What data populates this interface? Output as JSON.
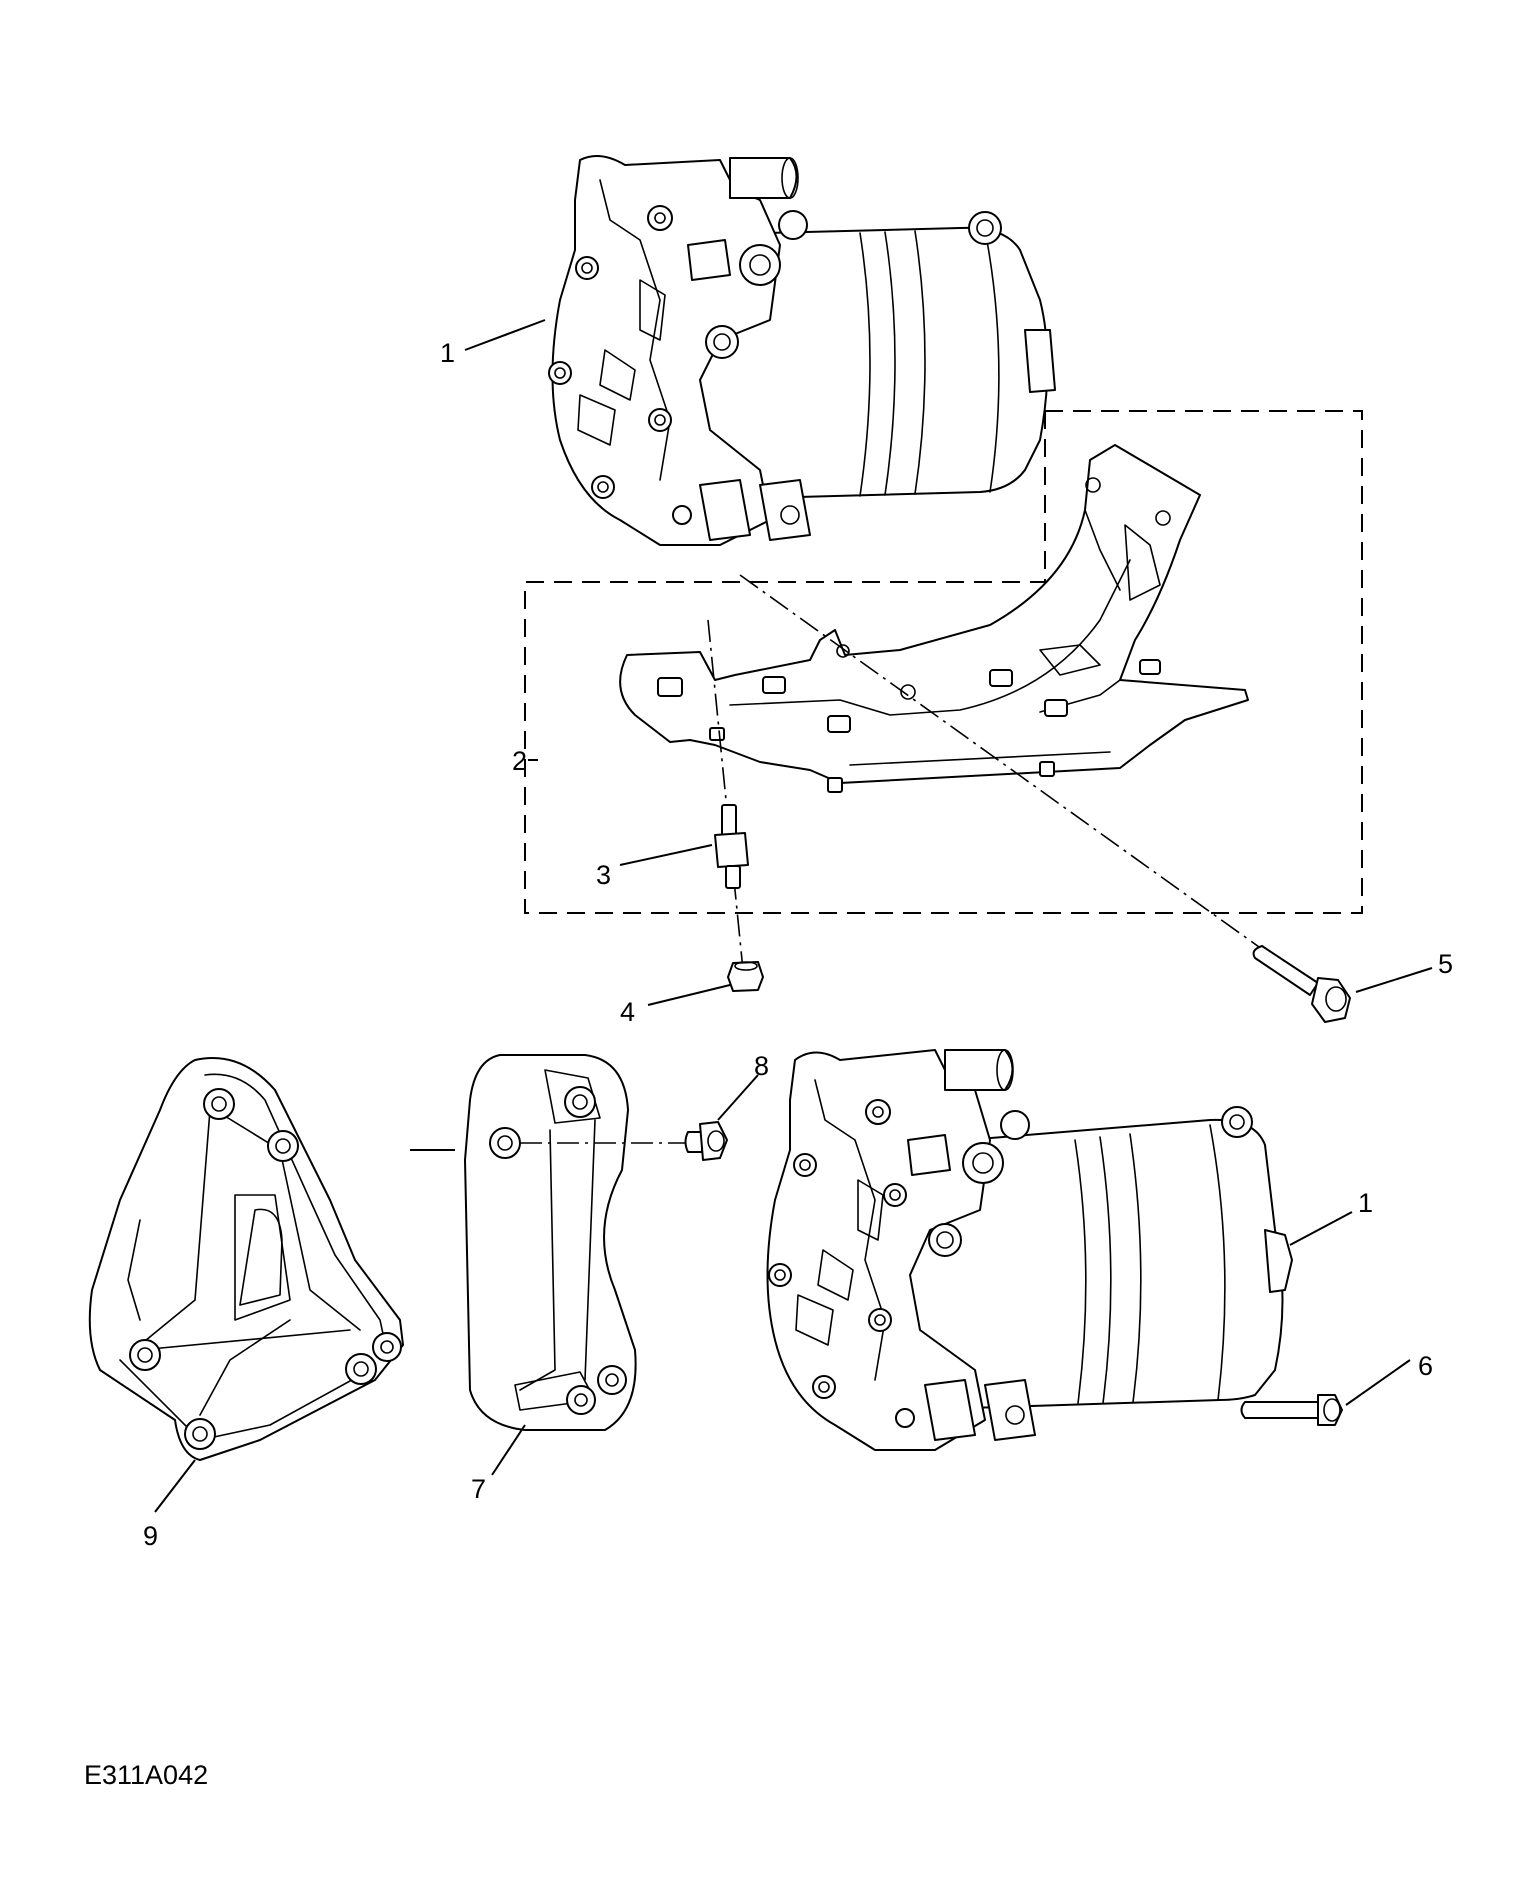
{
  "callouts": {
    "c1_top": "1",
    "c1_bottom": "1",
    "c2": "2",
    "c3": "3",
    "c4": "4",
    "c5": "5",
    "c6": "6",
    "c7": "7",
    "c8": "8",
    "c9": "9"
  },
  "figure_id": "E311A042",
  "parts": [
    {
      "ref": "1",
      "icon": "ac-compressor-icon"
    },
    {
      "ref": "2",
      "icon": "compressor-mounting-bracket-icon"
    },
    {
      "ref": "3",
      "icon": "stud-icon"
    },
    {
      "ref": "4",
      "icon": "nut-icon"
    },
    {
      "ref": "5",
      "icon": "long-bolt-icon"
    },
    {
      "ref": "6",
      "icon": "bolt-icon"
    },
    {
      "ref": "7",
      "icon": "isolator-plate-icon"
    },
    {
      "ref": "8",
      "icon": "short-bolt-icon"
    },
    {
      "ref": "9",
      "icon": "support-bracket-icon"
    }
  ]
}
